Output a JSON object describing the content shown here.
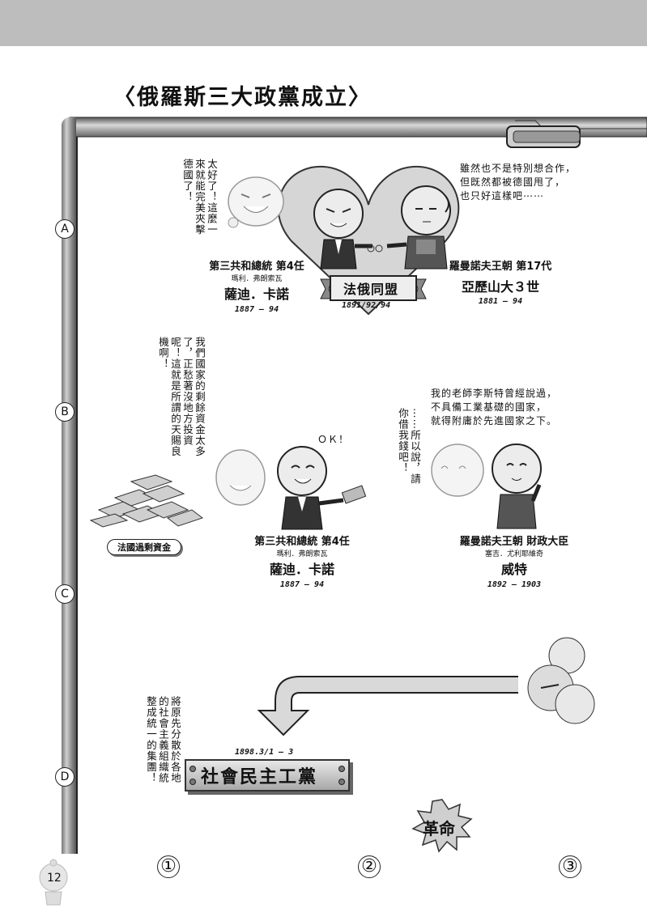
{
  "page_title": "〈俄羅斯三大政黨成立〉",
  "row_labels": [
    "A",
    "B",
    "C",
    "D"
  ],
  "column_numbers": [
    "①",
    "②",
    "③"
  ],
  "page_number": "12",
  "section_a": {
    "french_speech": "太好了！這麼一來就能完美夾擊德國了！",
    "russian_speech": [
      "雖然也不是特別想合作，",
      "但既然都被德國甩了，",
      "也只好這樣吧⋯⋯"
    ],
    "french_leader": {
      "title": "第三共和總統 第4任",
      "sub": "瑪利．弗朗索瓦",
      "name": "薩迪．卡諾",
      "dates": "1887 – 94"
    },
    "russian_leader": {
      "title": "羅曼諾夫王朝 第17代",
      "name": "亞歷山大３世",
      "dates": "1881 – 94"
    },
    "alliance_label": "法俄同盟",
    "alliance_date": "1891/92/94"
  },
  "section_b": {
    "french_speech": "我們國家的剩餘資金太多了，正愁著沒地方投資呢！這就是所謂的天賜良機啊！",
    "ok_text": "ＯＫ！",
    "russian_speech_vertical": "⋯⋯所以說，請你借我錢吧！",
    "russian_speech": [
      "我的老師李斯特曾經說過，",
      "不具備工業基礎的國家，",
      "就得附庸於先進國家之下。"
    ],
    "money_label": "法國過剩資金",
    "french_leader": {
      "title": "第三共和總統 第4任",
      "sub": "瑪利．弗朗索瓦",
      "name": "薩迪．卡諾",
      "dates": "1887 – 94"
    },
    "russian_minister": {
      "title": "羅曼諾夫王朝 財政大臣",
      "sub": "塞吉．尤利耶維奇",
      "name": "威特",
      "dates": "1892 – 1903"
    }
  },
  "section_d": {
    "note": "將原先分散於各地的社會主義組織統整成統一的集團！",
    "party_date": "1898.3/1 – 3",
    "party_name": "社會民主工黨",
    "revolution_label": "革命"
  }
}
